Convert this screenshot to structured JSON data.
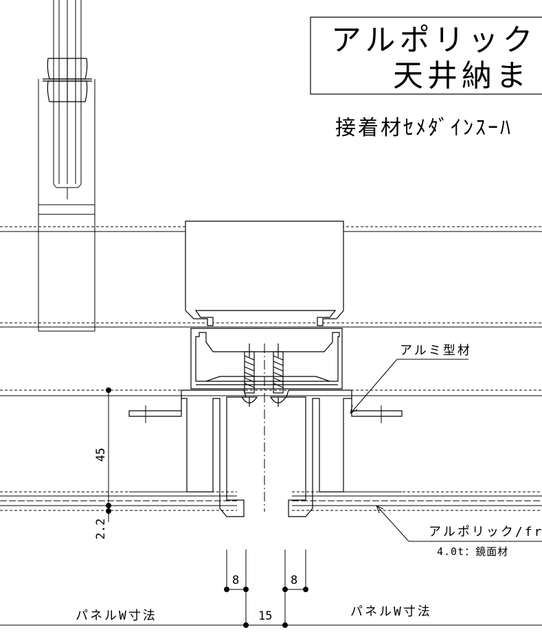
{
  "title": {
    "line1": "アルポリック",
    "line2": "天井納ま"
  },
  "adhesive_note": "接着材ｾﾒﾀﾞｲﾝｽｰﾊ",
  "labels": {
    "aluminum_profile": "アルミ型材",
    "panel_name": "アルポリック/fr",
    "panel_spec": "4.0t：鏡面材",
    "panel_w_left": "パネルW寸法",
    "panel_w_right": "パネルW寸法"
  },
  "dimensions": {
    "depth": "45",
    "thickness": "2.2",
    "gap_left": "8",
    "gap_right": "8",
    "joint": "15"
  }
}
